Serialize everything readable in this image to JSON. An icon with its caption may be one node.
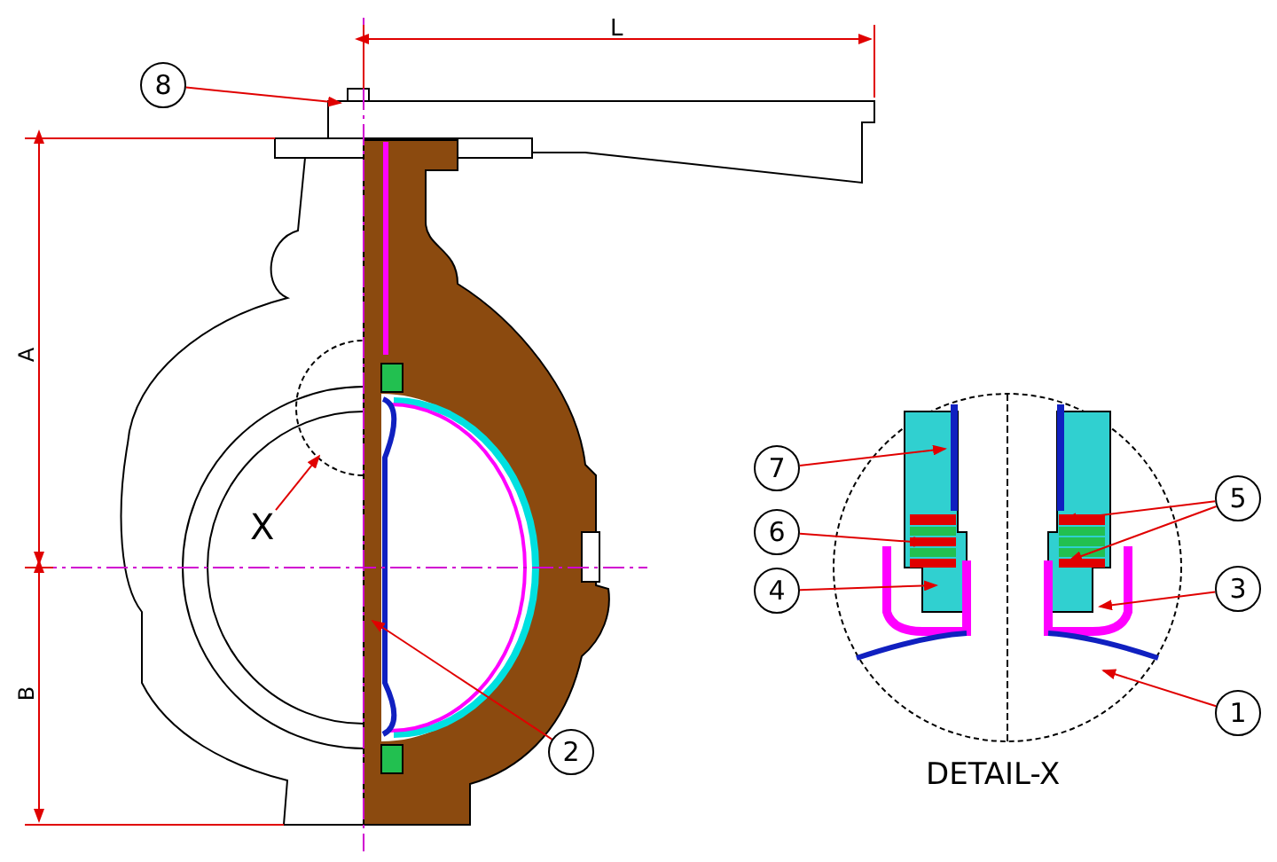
{
  "diagram": {
    "nodes": [
      {
        "text": [
          "8"
        ]
      },
      {
        "text": [
          "7"
        ]
      },
      {
        "text": [
          "5"
        ]
      },
      {
        "text": [
          "6"
        ]
      },
      {
        "text": [
          "4"
        ]
      },
      {
        "text": [
          "3"
        ]
      },
      {
        "text": [
          "X"
        ]
      },
      {
        "text": [
          "1"
        ]
      },
      {
        "text": [
          "2"
        ]
      }
    ],
    "edges": [
      {
        "from": 0,
        "to": null,
        "arrow": "to"
      },
      {
        "from": 1,
        "to": null,
        "arrow": "to"
      },
      {
        "from": 2,
        "to": null,
        "arrow": "to"
      },
      {
        "from": 2,
        "to": null,
        "arrow": "to"
      },
      {
        "from": 3,
        "to": null,
        "arrow": "to"
      },
      {
        "from": 4,
        "to": null,
        "arrow": "to"
      },
      {
        "from": 5,
        "to": null,
        "arrow": "to"
      },
      {
        "from": 6,
        "to": null,
        "arrow": "to"
      },
      {
        "from": 7,
        "to": null,
        "arrow": "to"
      },
      {
        "from": 8,
        "to": null,
        "arrow": "to"
      }
    ],
    "labels": [
      "L",
      "A",
      "B",
      "DETAIL-X"
    ]
  }
}
